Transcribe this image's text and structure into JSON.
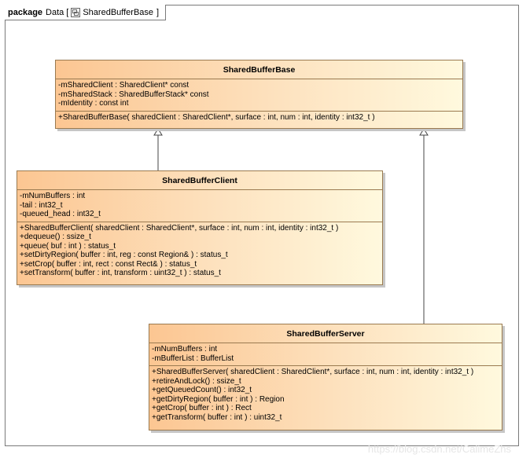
{
  "package": {
    "keyword": "package",
    "name": "Data",
    "bracket_open": "[",
    "diagram_name": "SharedBufferBase",
    "bracket_close": "]"
  },
  "classes": {
    "base": {
      "name": "SharedBufferBase",
      "attributes": [
        "-mSharedClient : SharedClient* const",
        "-mSharedStack : SharedBufferStack* const",
        "-mIdentity : const int"
      ],
      "operations": [
        "+SharedBufferBase( sharedClient : SharedClient*, surface : int, num : int, identity : int32_t )"
      ]
    },
    "client": {
      "name": "SharedBufferClient",
      "attributes": [
        "-mNumBuffers : int",
        "-tail : int32_t",
        "-queued_head : int32_t"
      ],
      "operations": [
        "+SharedBufferClient( sharedClient : SharedClient*, surface : int, num : int, identity : int32_t )",
        "+dequeue() : ssize_t",
        "+queue( buf : int ) : status_t",
        "+setDirtyRegion( buffer : int, reg : const Region& ) : status_t",
        "+setCrop( buffer : int, rect : const Rect& ) : status_t",
        "+setTransform( buffer : int, transform : uint32_t ) : status_t"
      ]
    },
    "server": {
      "name": "SharedBufferServer",
      "attributes": [
        "-mNumBuffers : int",
        "-mBufferList : BufferList"
      ],
      "operations": [
        "+SharedBufferServer( sharedClient : SharedClient*, surface : int, num : int, identity : int32_t )",
        "+retireAndLock() : ssize_t",
        "+getQueuedCount() : int32_t",
        "+getDirtyRegion( buffer : int ) : Region",
        "+getCrop( buffer : int ) : Rect",
        "+getTransform( buffer : int ) : uint32_t"
      ]
    }
  },
  "watermark": "https://blog.csdn.net/CalimeZhs",
  "colors": {
    "class_fill_start": "#fcc692",
    "class_fill_end": "#fff9de",
    "border": "#9a7a50"
  },
  "icons": {
    "diagram": "package-diagram-icon"
  }
}
